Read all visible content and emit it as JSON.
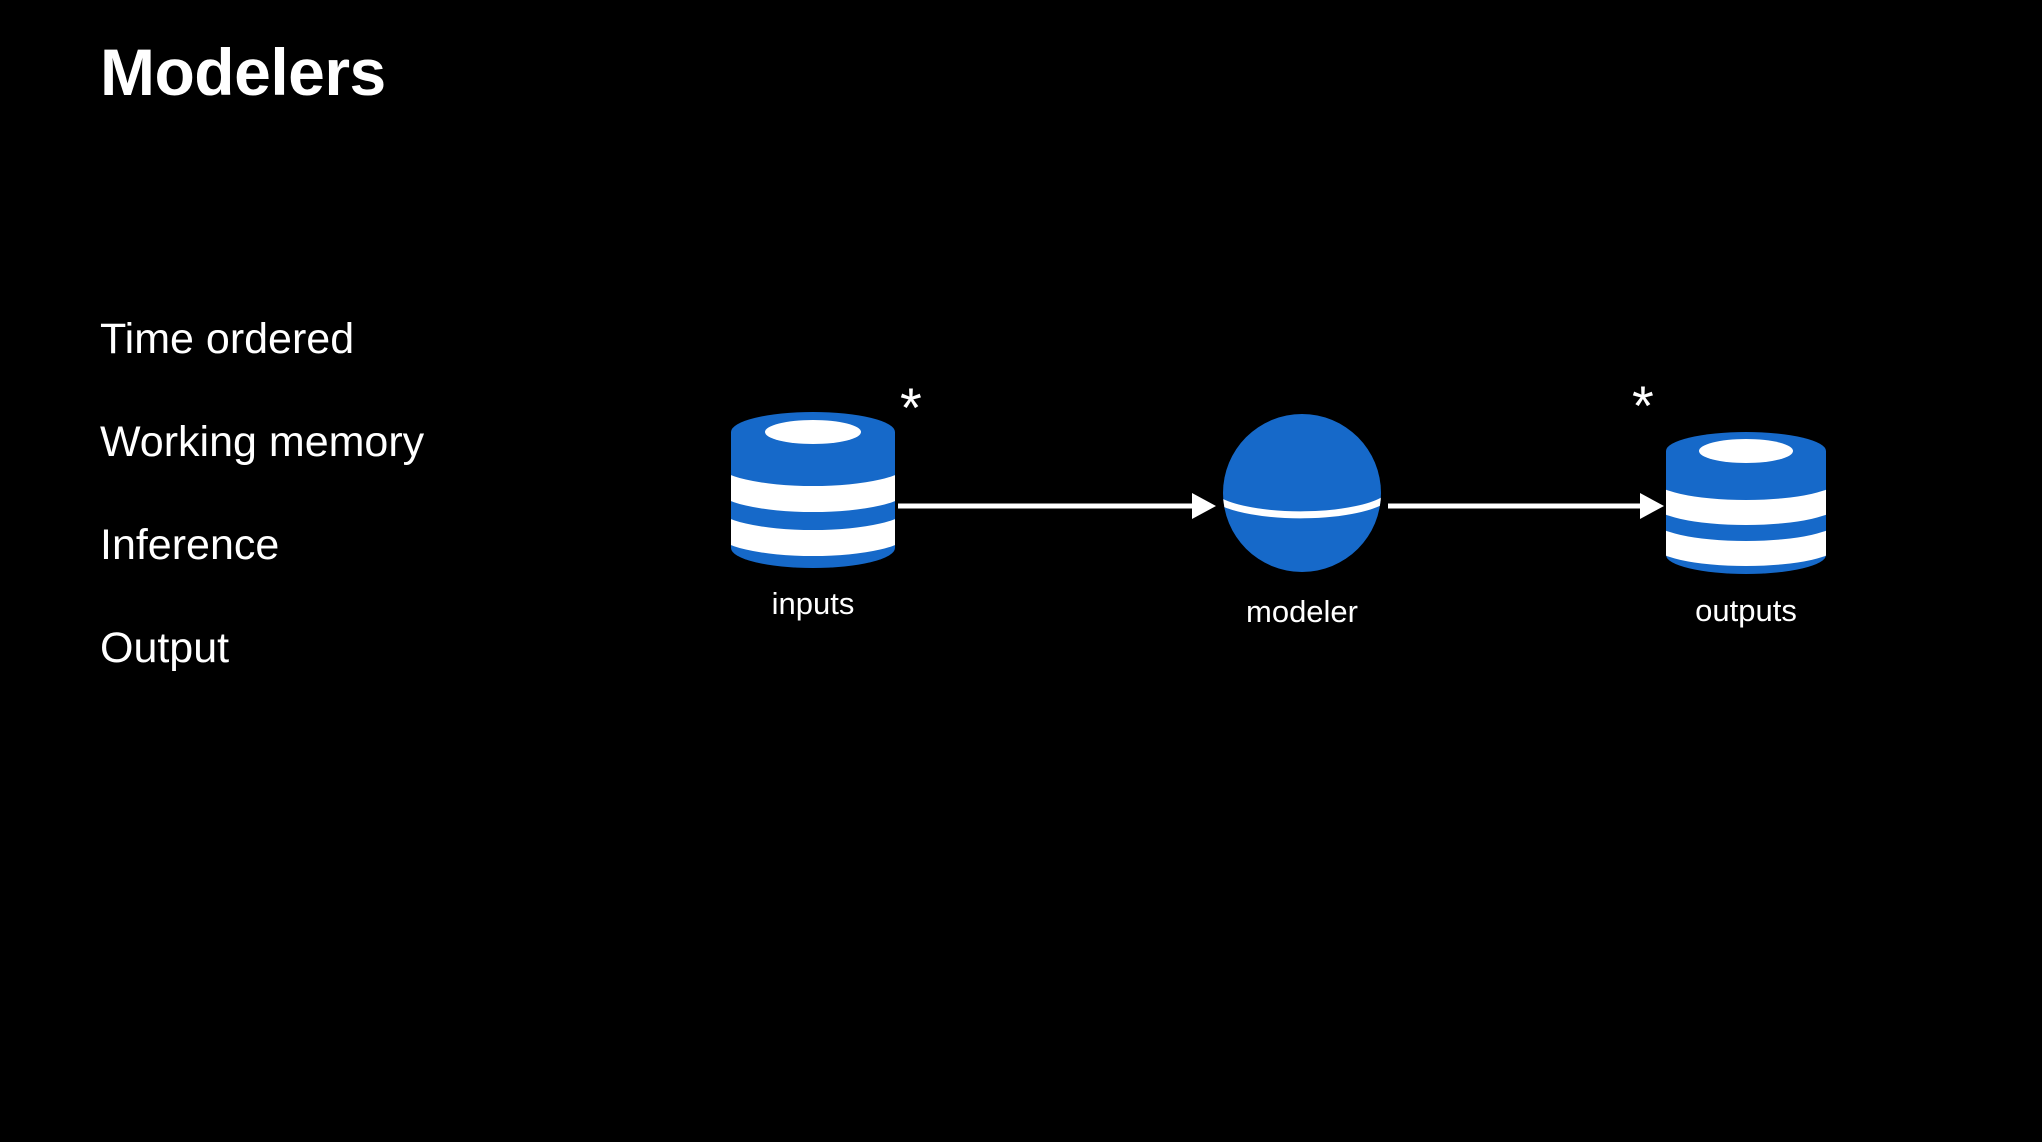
{
  "slide": {
    "title": "Modelers",
    "background_color": "#000000",
    "text_color": "#ffffff",
    "accent_color": "#1669c9"
  },
  "bullets": [
    {
      "label": "Time ordered"
    },
    {
      "label": "Working memory"
    },
    {
      "label": "Inference"
    },
    {
      "label": "Output"
    }
  ],
  "diagram": {
    "nodes": [
      {
        "id": "inputs",
        "label": "inputs",
        "shape": "database-cylinder",
        "color": "#1669c9",
        "multiplicity": "*"
      },
      {
        "id": "modeler",
        "label": "modeler",
        "shape": "sphere",
        "color": "#1669c9",
        "multiplicity": ""
      },
      {
        "id": "outputs",
        "label": "outputs",
        "shape": "database-cylinder",
        "color": "#1669c9",
        "multiplicity": "*"
      }
    ],
    "edges": [
      {
        "id": "inputs-to-modeler",
        "from": "inputs",
        "to": "modeler",
        "arrow": "single",
        "color": "#ffffff"
      },
      {
        "id": "modeler-to-outputs",
        "from": "modeler",
        "to": "outputs",
        "arrow": "single",
        "color": "#ffffff"
      }
    ]
  }
}
